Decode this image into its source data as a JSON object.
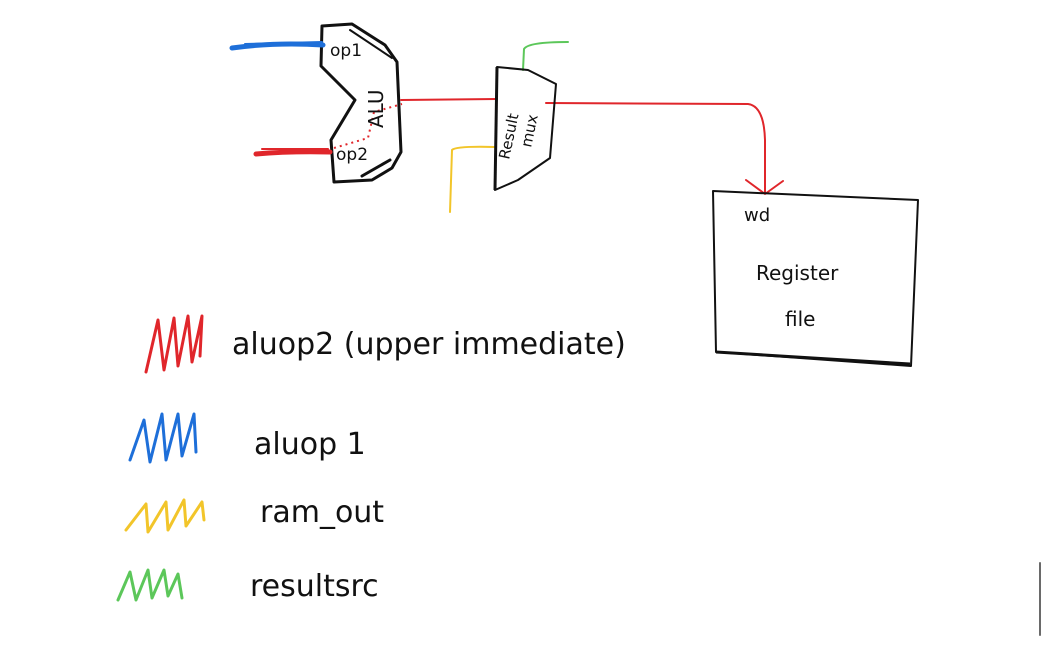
{
  "diagram": {
    "alu": {
      "label": "ALU",
      "port1": "op1",
      "port2": "op2"
    },
    "mux": {
      "label_line1": "Result",
      "label_line2": "mux"
    },
    "register_file": {
      "port": "wd",
      "label_line1": "Register",
      "label_line2": "file"
    }
  },
  "legend": {
    "items": [
      {
        "label": "aluop2 (upper immediate)",
        "color": "#e0262b"
      },
      {
        "label": "aluop 1",
        "color": "#1e6fd9"
      },
      {
        "label": "ram_out",
        "color": "#f2c52a"
      },
      {
        "label": "resultsrc",
        "color": "#5cc75a"
      }
    ]
  },
  "colors": {
    "red": "#e0262b",
    "blue": "#1e6fd9",
    "yellow": "#f2c52a",
    "green": "#5cc75a",
    "ink": "#111111"
  }
}
